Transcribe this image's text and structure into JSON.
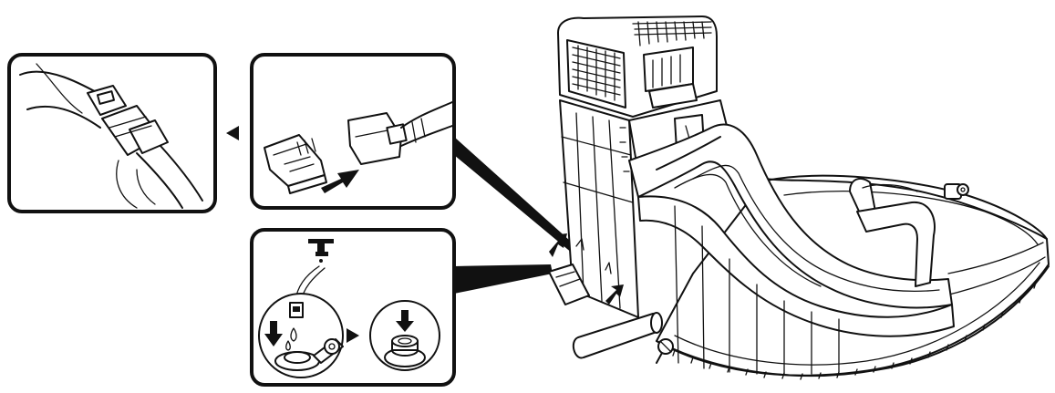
{
  "figure": {
    "kind": "inflatable-water-slide-assembly-instructions",
    "panels": [
      {
        "id": "strap-buckle-fastened",
        "icon": "strap-buckle-icon"
      },
      {
        "id": "strap-buckle-connect",
        "icon": "buckle-connect-icon"
      },
      {
        "id": "fill-water-bag",
        "icon": "water-tap-icon"
      }
    ],
    "illustration": {
      "id": "inflatable-water-slide",
      "icon": "water-slide-icon"
    },
    "arrows": [
      "step-arrow-left",
      "insert-arrow",
      "fill-down-arrow",
      "cap-down-arrow",
      "step-arrow-right"
    ],
    "colors": {
      "ink": "#111111",
      "paper": "#ffffff"
    }
  }
}
